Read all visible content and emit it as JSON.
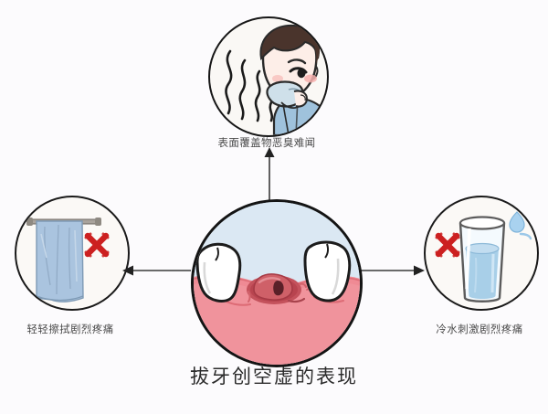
{
  "diagram": {
    "title": "拔牙创空虚的表现",
    "background_color": "#fcfbfd",
    "accent_color": "#cc2222",
    "gum_color": "#ef8490",
    "socket_color": "#c0414d",
    "tooth_color": "#ffffff",
    "center_bg_color": "#dce8f2",
    "nodes": [
      {
        "id": "top",
        "position": "top",
        "caption": "表面覆盖物恶臭难闻",
        "icon_name": "boy-covering-nose-icon",
        "has_x_mark": false,
        "arrow": "up"
      },
      {
        "id": "left",
        "position": "left",
        "caption": "轻轻擦拭剧烈疼痛",
        "icon_name": "towel-on-rail-icon",
        "has_x_mark": true,
        "arrow": "left"
      },
      {
        "id": "right",
        "position": "right",
        "caption": "冷水刺激剧烈疼痛",
        "icon_name": "glass-of-water-icon",
        "has_x_mark": true,
        "arrow": "right"
      },
      {
        "id": "center",
        "position": "center",
        "caption": "",
        "icon_name": "empty-tooth-socket-gums-icon",
        "has_x_mark": false,
        "arrow": ""
      }
    ],
    "x_mark_glyph": "✗",
    "arrow_names": {
      "up": "arrow-up-to-top-node",
      "left": "arrow-left-to-left-node",
      "right": "arrow-right-to-right-node"
    }
  }
}
